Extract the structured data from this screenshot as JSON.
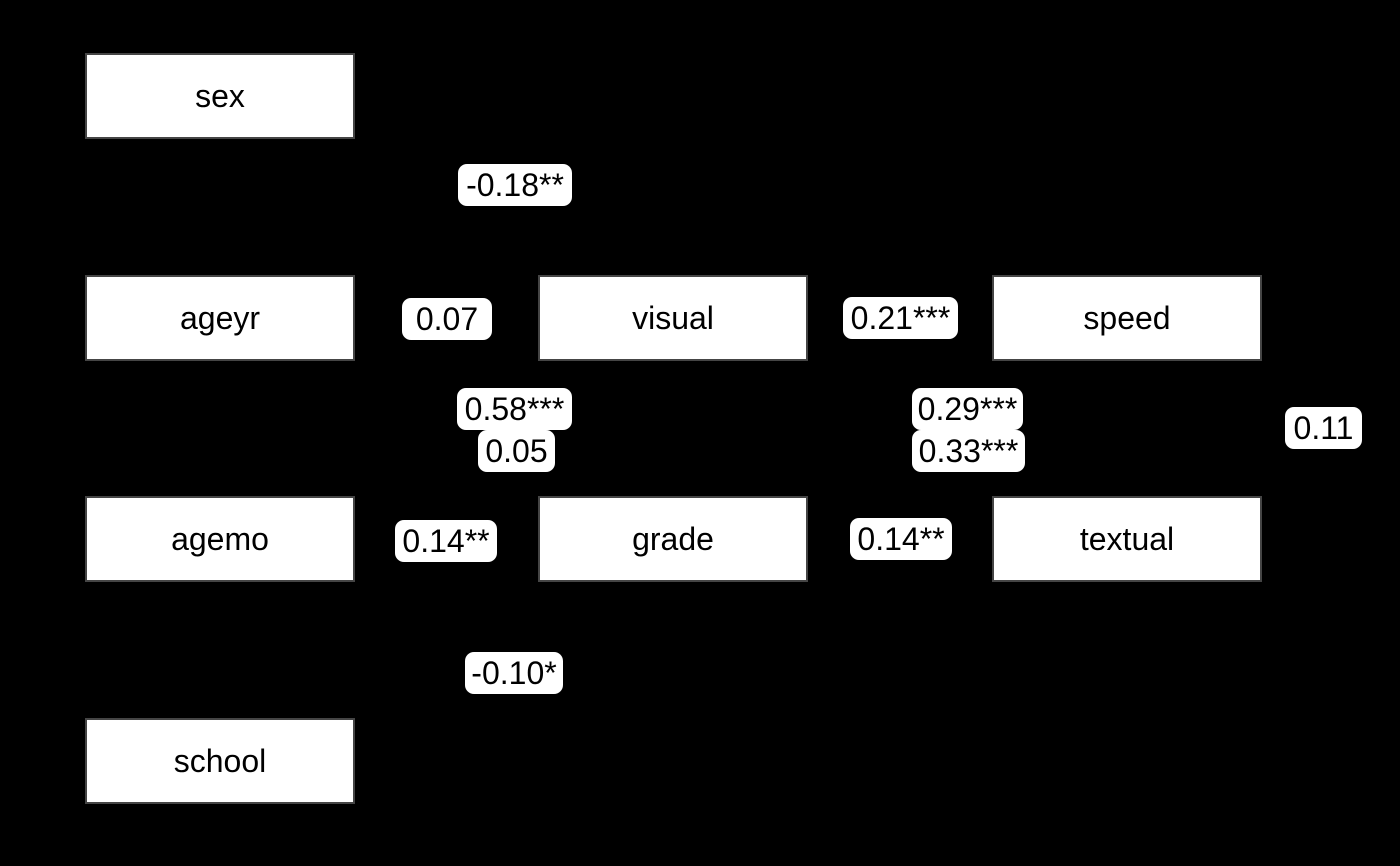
{
  "diagram": {
    "type": "sem-path-diagram",
    "colors": {
      "background": "#000000",
      "node_fill": "#ffffff",
      "node_border": "#454545",
      "label_fill": "#ffffff",
      "text": "#000000"
    },
    "nodes": [
      {
        "label": "sex"
      },
      {
        "label": "ageyr"
      },
      {
        "label": "visual"
      },
      {
        "label": "speed"
      },
      {
        "label": "agemo"
      },
      {
        "label": "grade"
      },
      {
        "label": "textual"
      },
      {
        "label": "school"
      }
    ],
    "edge_labels": [
      {
        "text": "-0.18**"
      },
      {
        "text": "0.07"
      },
      {
        "text": "0.21***"
      },
      {
        "text": "0.58***"
      },
      {
        "text": "0.05"
      },
      {
        "text": "0.29***"
      },
      {
        "text": "0.33***"
      },
      {
        "text": "0.14**"
      },
      {
        "text": "0.14**"
      },
      {
        "text": "0.11"
      },
      {
        "text": "-0.10*"
      }
    ]
  }
}
